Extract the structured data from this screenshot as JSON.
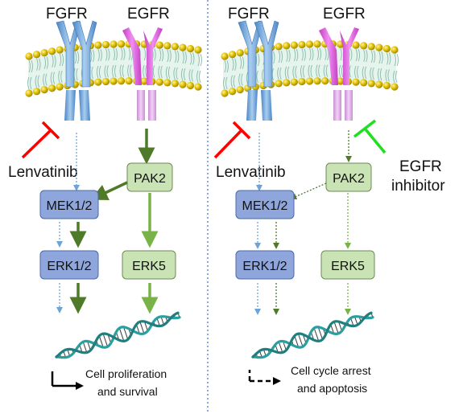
{
  "panels": [
    {
      "receptor_left": "FGFR",
      "receptor_right": "EGFR",
      "inhibitor_label": "Lenvatinib",
      "kinase_pak": "PAK2",
      "kinase_mek": "MEK1/2",
      "kinase_erk12": "ERK1/2",
      "kinase_erk5": "ERK5",
      "outcome_line1": "Cell proliferation",
      "outcome_line2": "and survival"
    },
    {
      "receptor_left": "FGFR",
      "receptor_right": "EGFR",
      "inhibitor_label": "Lenvatinib",
      "second_inhibitor_line1": "EGFR",
      "second_inhibitor_line2": "inhibitor",
      "kinase_pak": "PAK2",
      "kinase_mek": "MEK1/2",
      "kinase_erk12": "ERK1/2",
      "kinase_erk5": "ERK5",
      "outcome_line1": "Cell cycle arrest",
      "outcome_line2": "and apoptosis"
    }
  ],
  "colors": {
    "fgfr_blue": "#6fa3d6",
    "egfr_magenta": "#d64fd6",
    "mek_erk_box": "#8ea6dc",
    "pak_erk5_box": "#c9e3b4",
    "strong_green": "#4f7a2a",
    "light_green": "#79b347",
    "lenvatinib_red": "#ff0000",
    "egfr_inhibitor_green": "#1fe01f",
    "membrane_gold": "#d4b000",
    "divider_blue": "#3a6fc9"
  }
}
